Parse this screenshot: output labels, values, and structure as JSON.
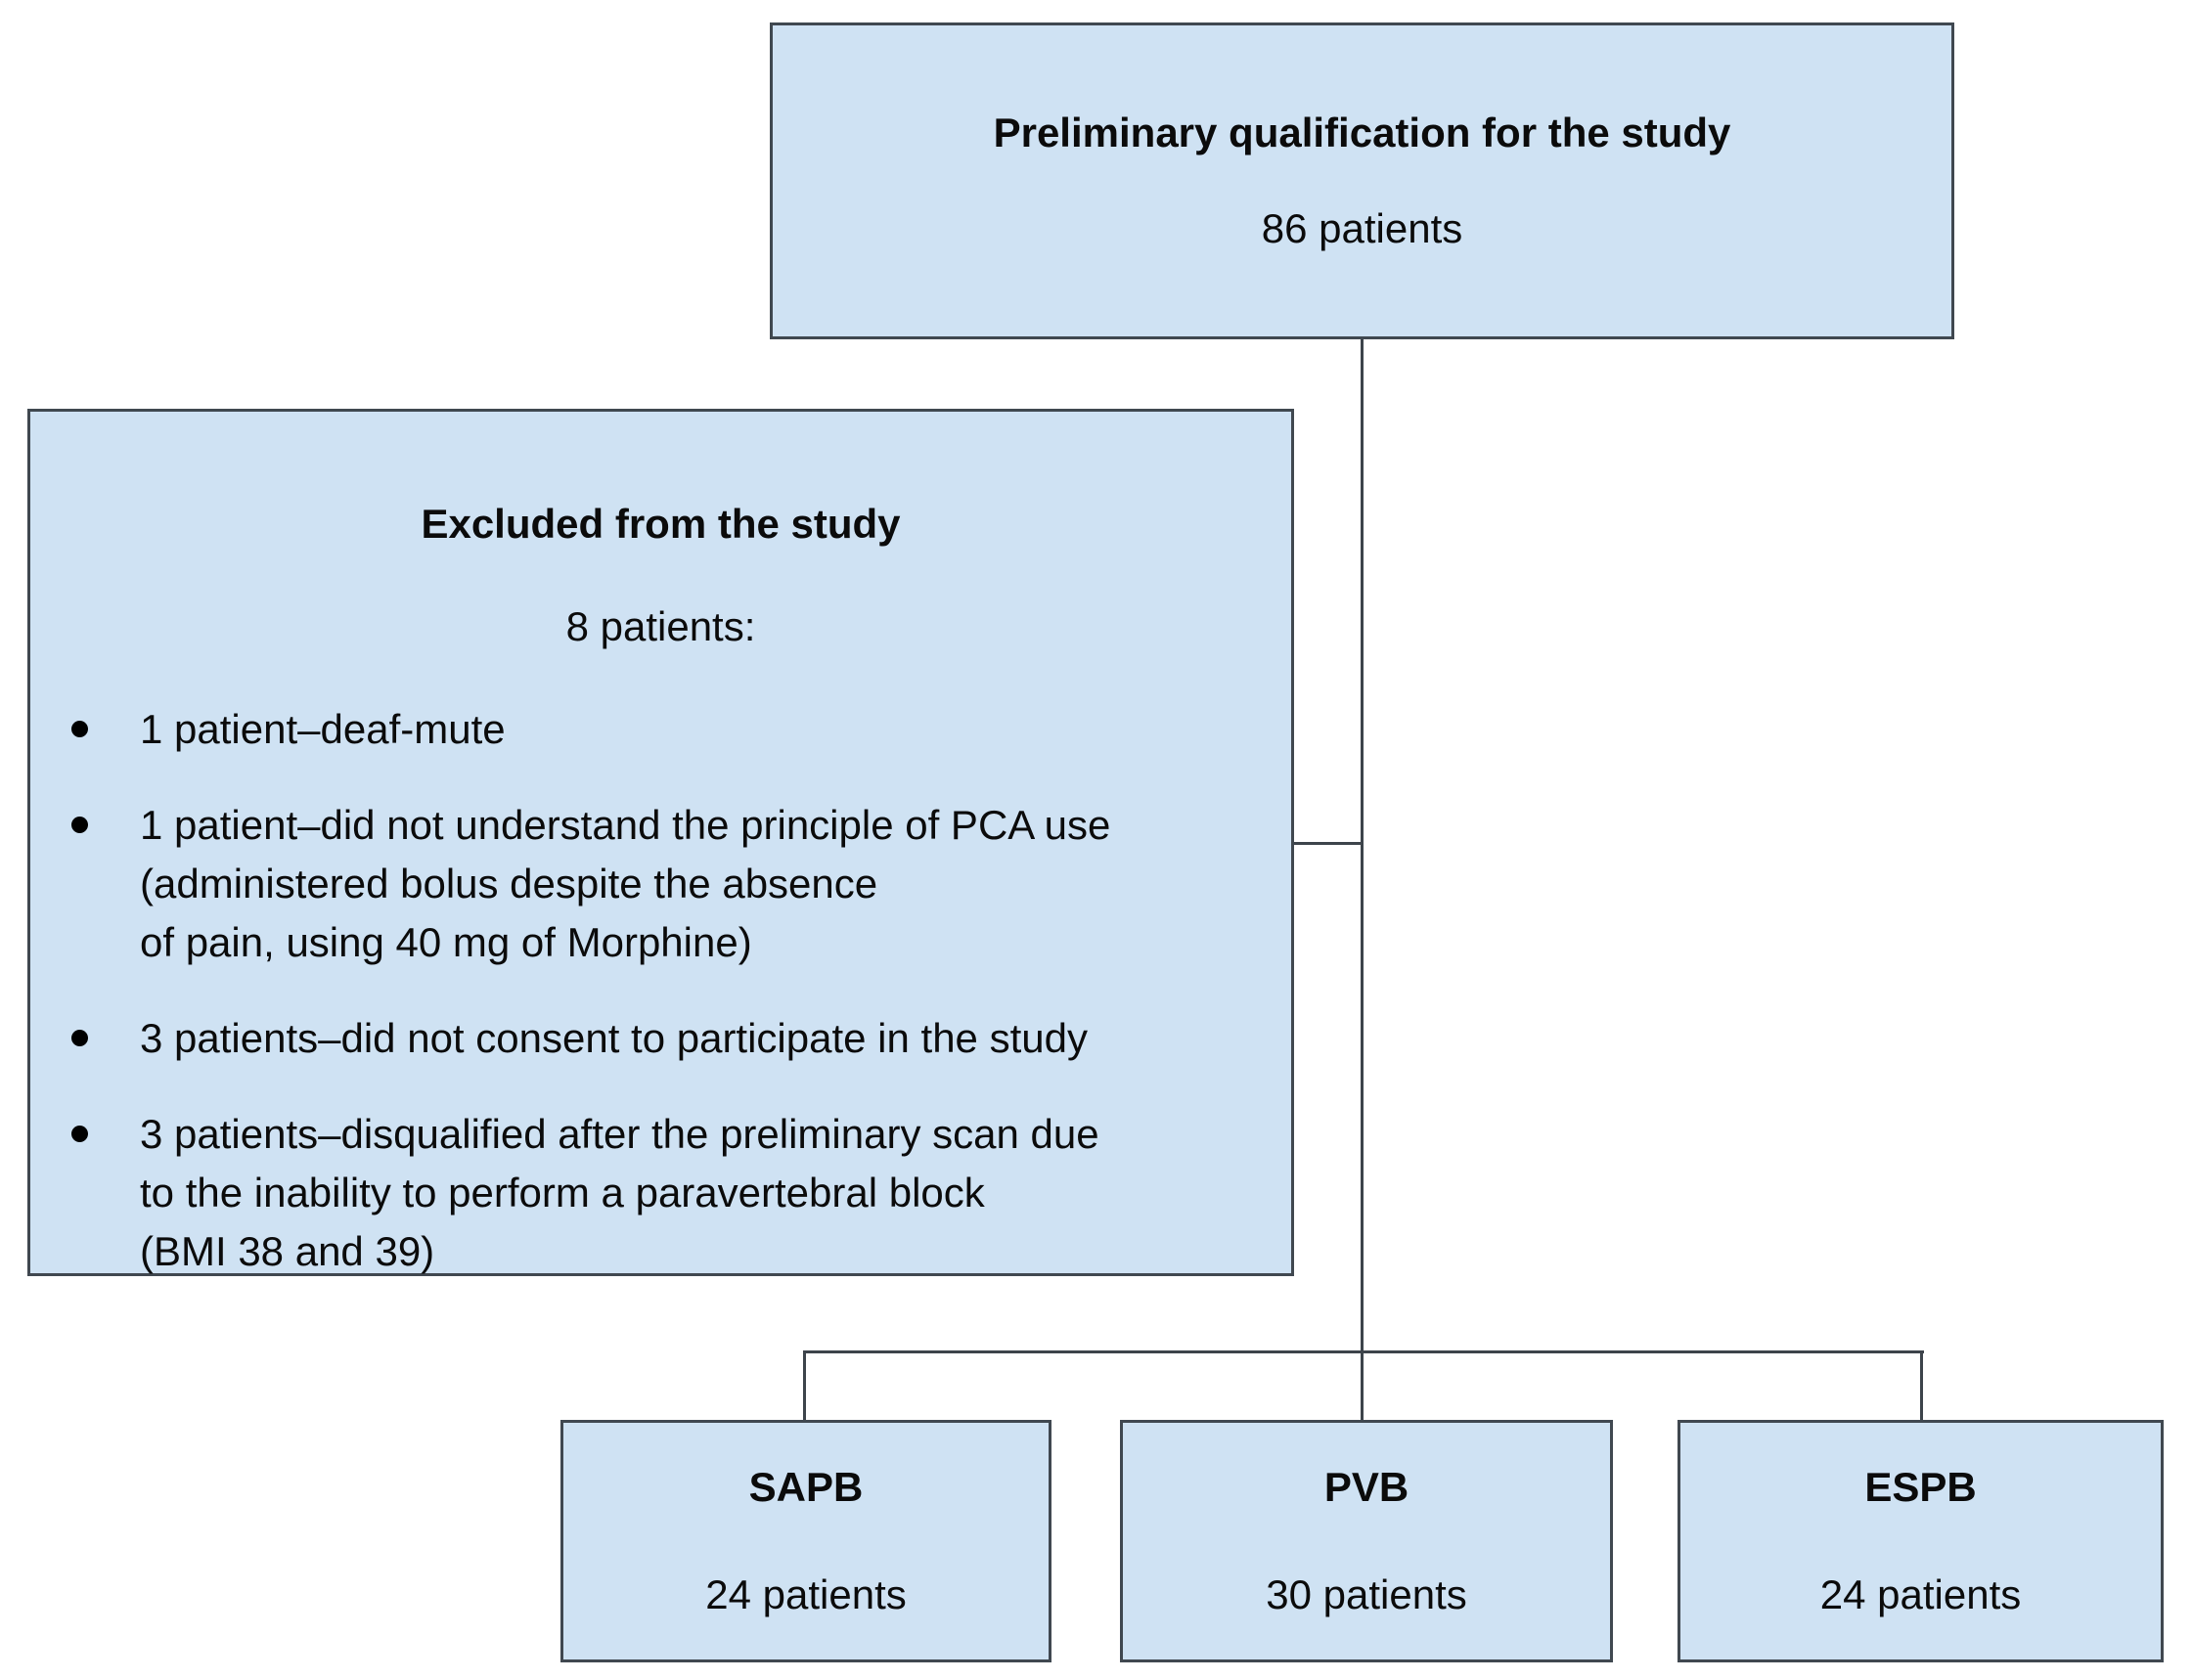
{
  "top_box": {
    "title": "Preliminary qualification for the study",
    "count": "86 patients"
  },
  "excluded_box": {
    "title": "Excluded from the study",
    "count": "8 patients:",
    "bullets": [
      {
        "lines": [
          "1 patient–deaf-mute"
        ]
      },
      {
        "lines": [
          "1 patient–did not understand the principle of PCA use",
          "(administered bolus despite the absence",
          "of pain, using 40 mg of Morphine)"
        ]
      },
      {
        "lines": [
          "3 patients–did not consent to participate in the study"
        ]
      },
      {
        "lines": [
          "3 patients–disqualified after the preliminary scan due",
          "to the inability to perform a paravertebral block",
          "(BMI 38 and 39)"
        ]
      }
    ]
  },
  "groups": [
    {
      "name": "SAPB",
      "count": "24 patients"
    },
    {
      "name": "PVB",
      "count": "30 patients"
    },
    {
      "name": "ESPB",
      "count": "24 patients"
    }
  ],
  "colors": {
    "box_fill": "#cfe2f3",
    "box_border": "#404850",
    "connector": "#3d444b",
    "text": "#0b0b0b"
  }
}
